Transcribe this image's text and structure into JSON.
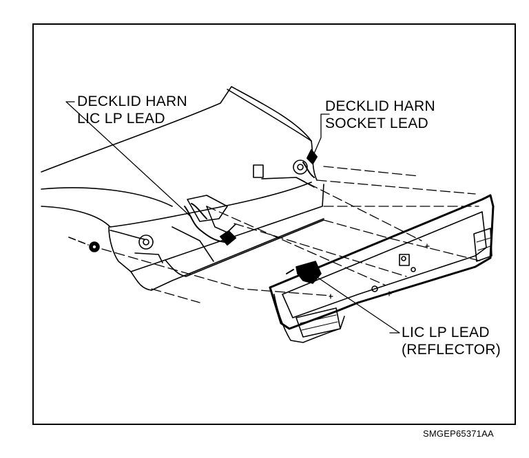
{
  "callouts": {
    "decklid_harn_lic_lp_lead": {
      "line1": "DECKLID HARN",
      "line2": "LIC LP LEAD"
    },
    "decklid_harn_socket_lead": {
      "line1": "DECKLID HARN",
      "line2": "SOCKET LEAD"
    },
    "lic_lp_lead_reflector": {
      "line1": "LIC LP LEAD",
      "line2": "(REFLECTOR)"
    }
  },
  "figure_id": "SMGEP65371AA",
  "colors": {
    "ink": "#000000",
    "paper": "#ffffff"
  }
}
